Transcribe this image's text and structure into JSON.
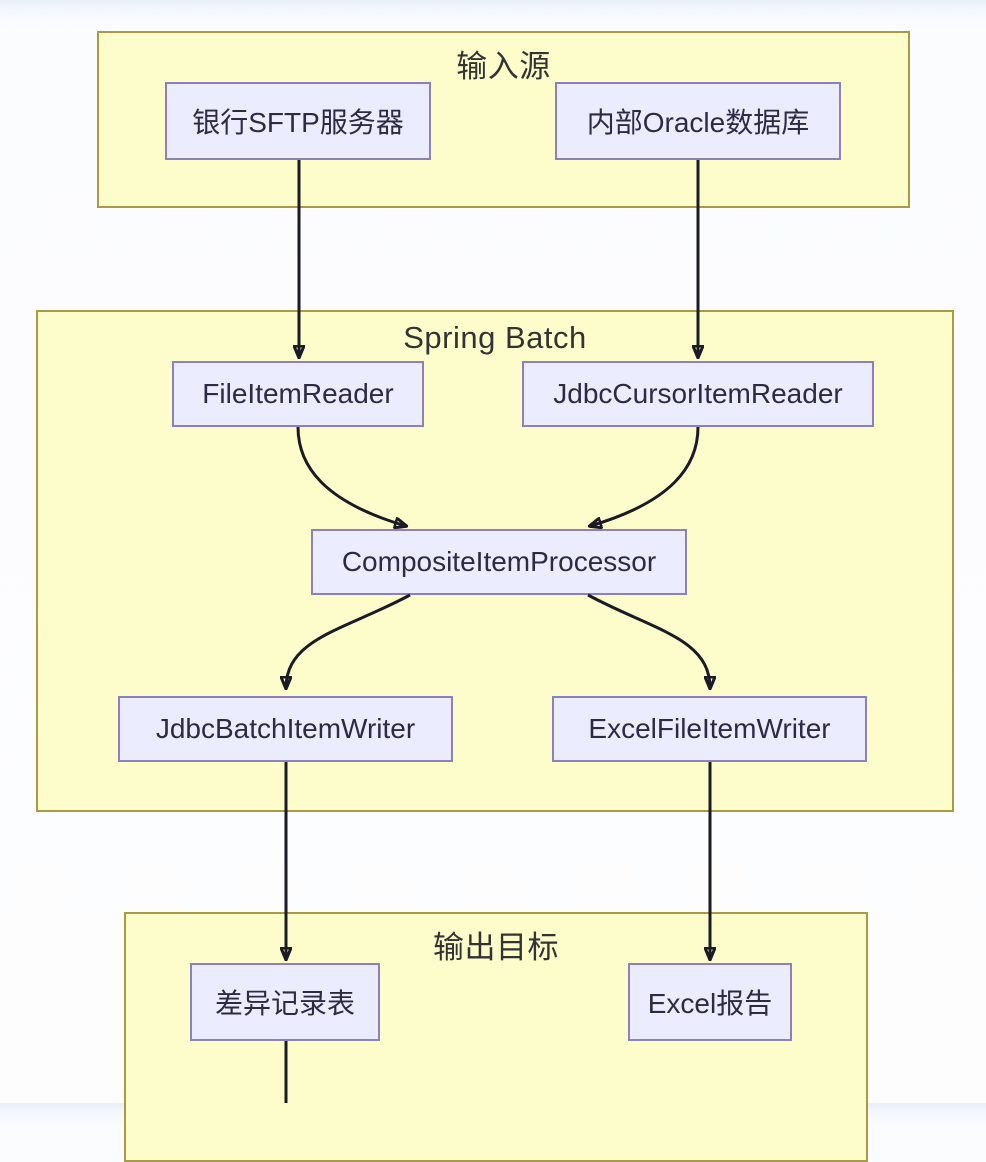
{
  "diagram": {
    "type": "flowchart",
    "direction": "top-down",
    "colors": {
      "page_background": "#fdfdfe",
      "page_top_tint": "#e9eff8",
      "cluster_fill": "#fdfdcc",
      "cluster_border": "#ab9a44",
      "node_fill": "#ececff",
      "node_border": "#8d80bf",
      "node_text": "#2d2a45",
      "title_text": "#333333",
      "edge_stroke": "#1b1b26"
    },
    "clusters": {
      "input_source": {
        "title": "输入源"
      },
      "spring_batch": {
        "title": "Spring Batch"
      },
      "output_target": {
        "title": "输出目标"
      }
    },
    "nodes": {
      "bank_sftp": {
        "label": "银行SFTP服务器",
        "cluster": "input_source"
      },
      "oracle_db": {
        "label": "内部Oracle数据库",
        "cluster": "input_source"
      },
      "file_item_reader": {
        "label": "FileItemReader",
        "cluster": "spring_batch"
      },
      "jdbc_cursor_item_reader": {
        "label": "JdbcCursorItemReader",
        "cluster": "spring_batch"
      },
      "composite_item_processor": {
        "label": "CompositeItemProcessor",
        "cluster": "spring_batch"
      },
      "jdbc_batch_item_writer": {
        "label": "JdbcBatchItemWriter",
        "cluster": "spring_batch"
      },
      "excel_file_item_writer": {
        "label": "ExcelFileItemWriter",
        "cluster": "spring_batch"
      },
      "diff_record_table": {
        "label": "差异记录表",
        "cluster": "output_target"
      },
      "excel_report": {
        "label": "Excel报告",
        "cluster": "output_target"
      }
    },
    "edges": [
      {
        "from": "bank_sftp",
        "to": "file_item_reader",
        "arrow": true
      },
      {
        "from": "oracle_db",
        "to": "jdbc_cursor_item_reader",
        "arrow": true
      },
      {
        "from": "file_item_reader",
        "to": "composite_item_processor",
        "arrow": true
      },
      {
        "from": "jdbc_cursor_item_reader",
        "to": "composite_item_processor",
        "arrow": true
      },
      {
        "from": "composite_item_processor",
        "to": "jdbc_batch_item_writer",
        "arrow": true
      },
      {
        "from": "composite_item_processor",
        "to": "excel_file_item_writer",
        "arrow": true
      },
      {
        "from": "jdbc_batch_item_writer",
        "to": "diff_record_table",
        "arrow": true
      },
      {
        "from": "excel_file_item_writer",
        "to": "excel_report",
        "arrow": true
      },
      {
        "from": "diff_record_table",
        "to": null,
        "arrow": false,
        "note": "line continues past bottom edge of image"
      }
    ]
  }
}
